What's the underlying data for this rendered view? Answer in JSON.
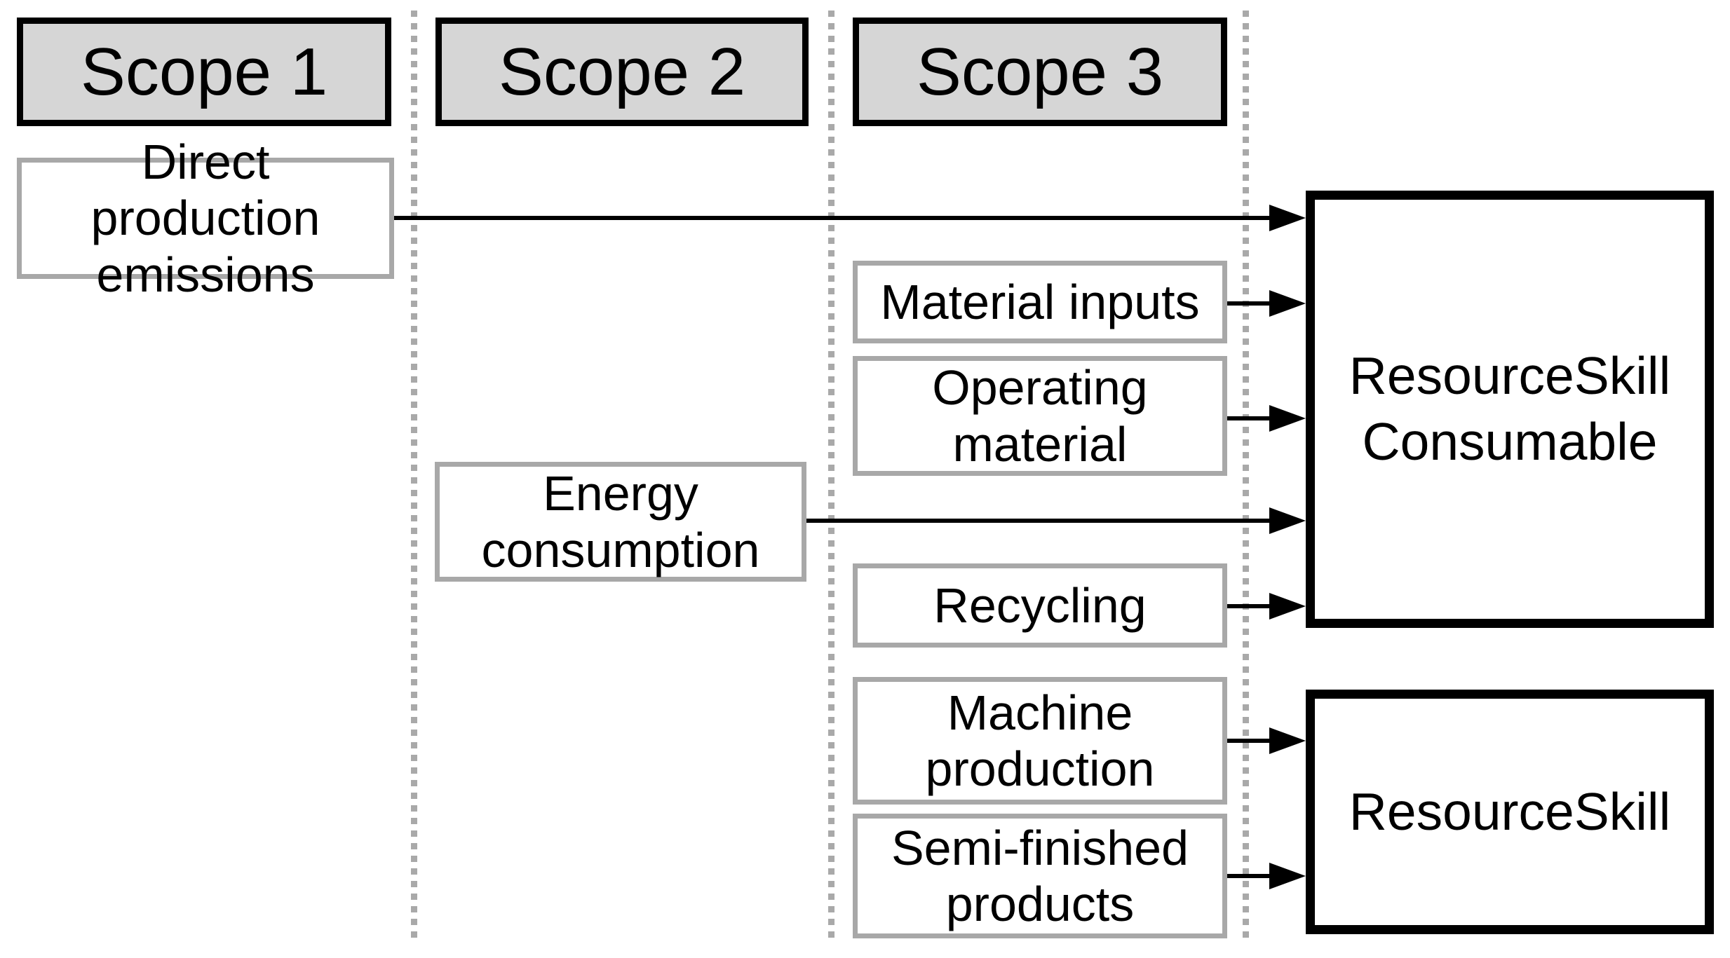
{
  "diagram": {
    "headers": {
      "scope1": "Scope 1",
      "scope2": "Scope 2",
      "scope3": "Scope 3"
    },
    "boxes": {
      "direct_production_emissions": "Direct production\nemissions",
      "energy_consumption": "Energy\nconsumption",
      "material_inputs": "Material inputs",
      "operating_material": "Operating\nmaterial",
      "recycling": "Recycling",
      "machine_production": "Machine\nproduction",
      "semi_finished_products": "Semi-finished\nproducts",
      "resourceskill_consumable": "ResourceSkill\nConsumable",
      "resourceskill": "ResourceSkill"
    },
    "connections": [
      {
        "from": "Direct production emissions",
        "to": "ResourceSkill Consumable"
      },
      {
        "from": "Material inputs",
        "to": "ResourceSkill Consumable"
      },
      {
        "from": "Operating material",
        "to": "ResourceSkill Consumable"
      },
      {
        "from": "Energy consumption",
        "to": "ResourceSkill Consumable"
      },
      {
        "from": "Recycling",
        "to": "ResourceSkill Consumable"
      },
      {
        "from": "Machine production",
        "to": "ResourceSkill"
      },
      {
        "from": "Semi-finished products",
        "to": "ResourceSkill"
      }
    ],
    "colors": {
      "background": "#ffffff",
      "header_fill": "#d6d6d6",
      "header_border": "#000000",
      "item_border": "#a8a8a8",
      "divider_dotted": "#a9a9a9",
      "arrow": "#000000",
      "text": "#000000"
    }
  }
}
